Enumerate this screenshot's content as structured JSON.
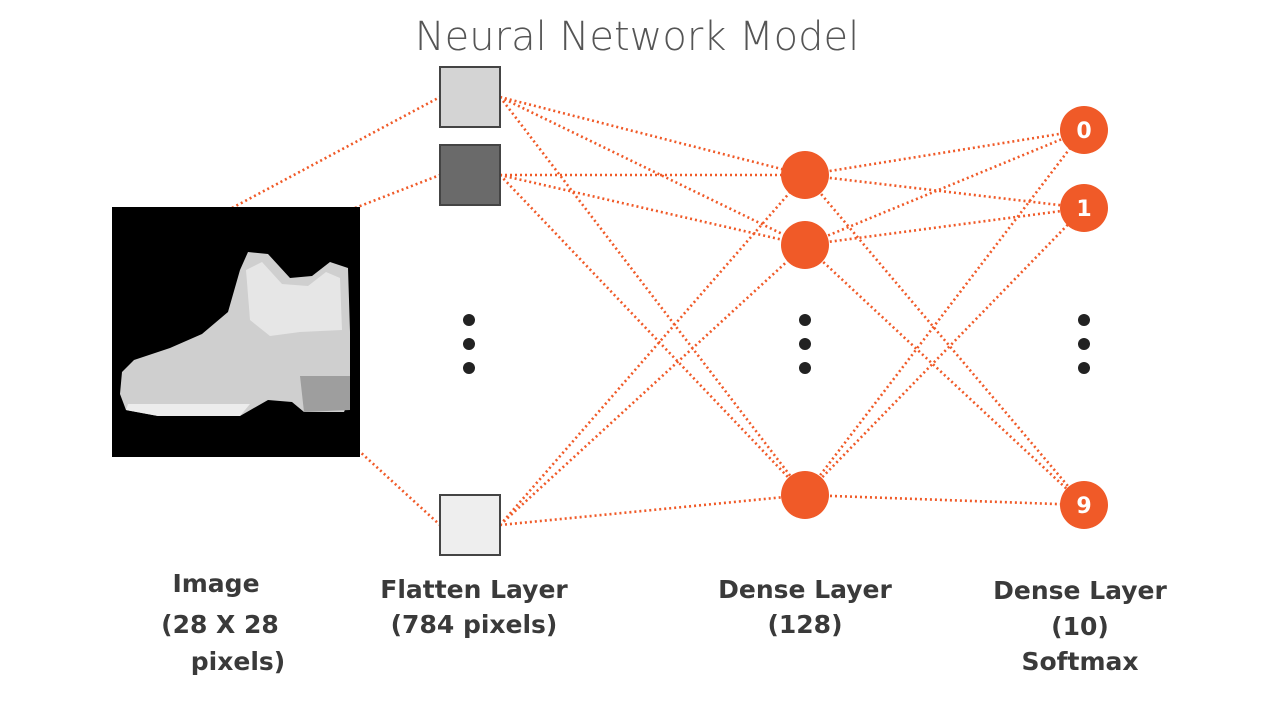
{
  "title": "Neural Network Model",
  "captions": {
    "image": [
      "Image",
      "(28 X 28",
      "pixels)"
    ],
    "flatten": [
      "Flatten Layer",
      "(784 pixels)"
    ],
    "dense128": [
      "Dense Layer",
      "(128)"
    ],
    "dense10": [
      "Dense Layer",
      "(10)",
      "Softmax"
    ]
  },
  "output_nodes": [
    "0",
    "1",
    "9"
  ],
  "colors": {
    "accent": "#f05a28",
    "pixel_light": "#d4d4d4",
    "pixel_dark": "#6a6a6a",
    "pixel_pale": "#eeeeee",
    "image_background": "#000000"
  },
  "icons": {
    "input_image": "ankle-boot-icon"
  }
}
